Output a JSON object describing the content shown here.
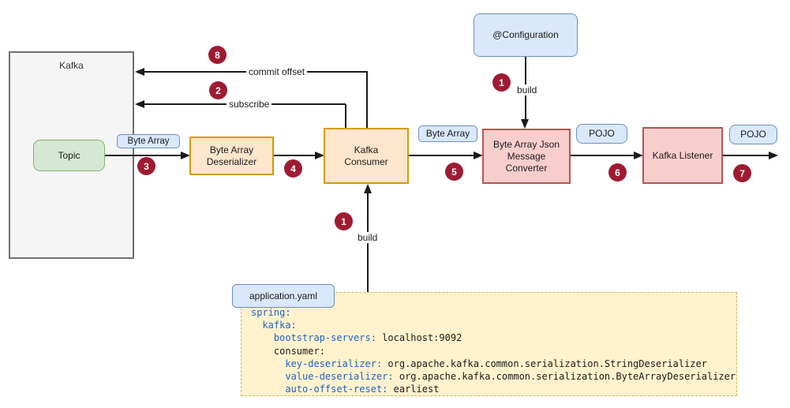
{
  "diagram": {
    "kafka_container": {
      "label": "Kafka"
    },
    "nodes": {
      "topic": "Topic",
      "byte_array_deserializer": "Byte Array Deserializer",
      "kafka_consumer": "Kafka Consumer",
      "configuration": "@Configuration",
      "byte_array_json_message_converter": "Byte Array Json Message Converter",
      "kafka_listener": "Kafka Listener"
    },
    "data_labels": {
      "byte_array_left": "Byte Array",
      "byte_array_right": "Byte Array",
      "pojo_after_converter": "POJO",
      "pojo_after_listener": "POJO"
    },
    "edge_labels": {
      "commit_offset": "commit offset",
      "subscribe": "subscribe",
      "build_top": "build",
      "build_bottom": "build"
    },
    "badges": {
      "b1_top": "1",
      "b1_bottom": "1",
      "b2": "2",
      "b3": "3",
      "b4": "4",
      "b5": "5",
      "b6": "6",
      "b7": "7",
      "b8": "8"
    },
    "colors": {
      "badge_bg": "#9e1b32",
      "blue_fill": "#dae8fc",
      "blue_border": "#6c8ebf",
      "orange_fill": "#ffe6cc",
      "orange_border": "#d79b00",
      "pink_fill": "#f8cecc",
      "pink_border": "#b85450",
      "green_fill": "#d5e8d4",
      "green_border": "#82b366",
      "yellow_fill": "#fff2cc",
      "yellow_border": "#d6b656",
      "code_key_color": "#2160c9"
    }
  },
  "config_file": {
    "filename": "application.yaml",
    "lines": [
      {
        "indent": 0,
        "key": "spring:",
        "value": ""
      },
      {
        "indent": 1,
        "key": "kafka:",
        "value": ""
      },
      {
        "indent": 2,
        "key": "bootstrap-servers:",
        "value": " localhost:9092"
      },
      {
        "indent": 2,
        "key": "consumer:",
        "value": "",
        "plain": true
      },
      {
        "indent": 3,
        "key": "key-deserializer:",
        "value": " org.apache.kafka.common.serialization.StringDeserializer"
      },
      {
        "indent": 3,
        "key": "value-deserializer:",
        "value": " org.apache.kafka.common.serialization.ByteArrayDeserializer"
      },
      {
        "indent": 3,
        "key": "auto-offset-reset:",
        "value": " earliest"
      }
    ]
  }
}
